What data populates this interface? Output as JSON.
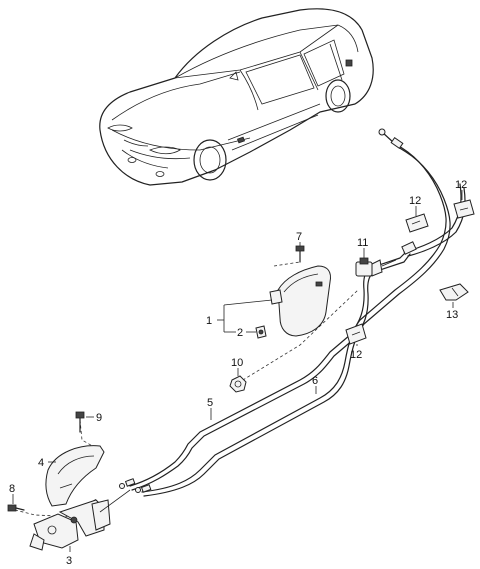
{
  "callouts": {
    "c1": "1",
    "c2": "2",
    "c3": "3",
    "c4": "4",
    "c5": "5",
    "c6": "6",
    "c7": "7",
    "c8": "8",
    "c9": "9",
    "c10": "10",
    "c11": "11",
    "c12a": "12",
    "c12b": "12",
    "c12c": "12",
    "c13": "13"
  }
}
